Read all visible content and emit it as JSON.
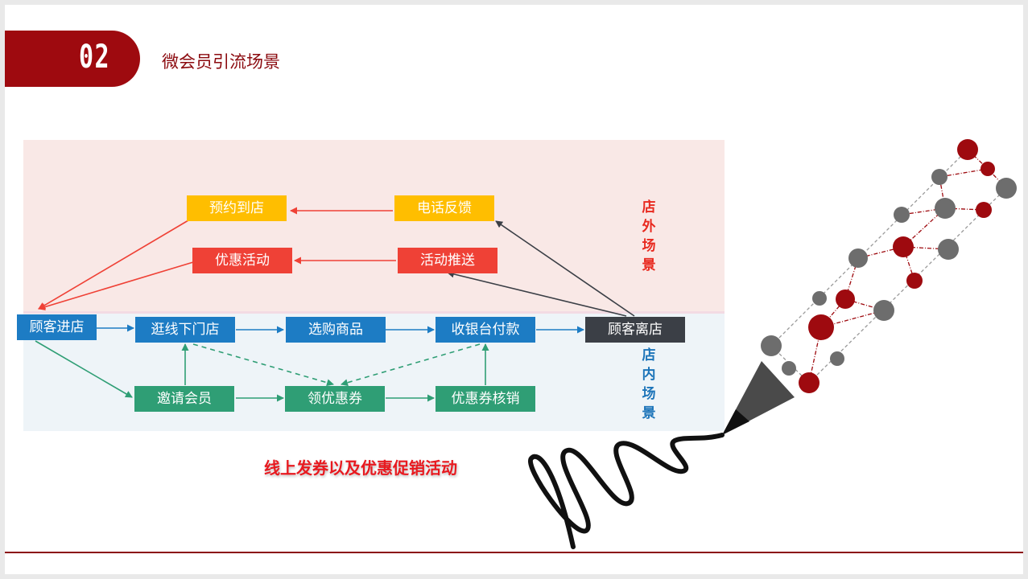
{
  "header": {
    "section_number": "02",
    "title": "微会员引流场景"
  },
  "zones": {
    "outside_label": "店外场景",
    "inside_label": "店内场景"
  },
  "nodes": {
    "reserve_visit": "预约到店",
    "phone_feedback": "电话反馈",
    "promotion": "优惠活动",
    "activity_push": "活动推送",
    "customer_enters": "顾客进店",
    "browse_store": "逛线下门店",
    "select_goods": "选购商品",
    "checkout_pay": "收银台付款",
    "customer_leaves": "顾客离店",
    "invite_member": "邀请会员",
    "get_coupon": "领优惠券",
    "redeem_coupon": "优惠券核销"
  },
  "caption": "线上发券以及优惠促销活动",
  "colors": {
    "brand": "#9e0a0f",
    "outside": "#e8291f",
    "inside": "#1c74b9",
    "yellow": "#ffbe00",
    "red": "#ef4136",
    "blue": "#1d7cc4",
    "dark": "#3b3f46",
    "green": "#2f9e75"
  }
}
